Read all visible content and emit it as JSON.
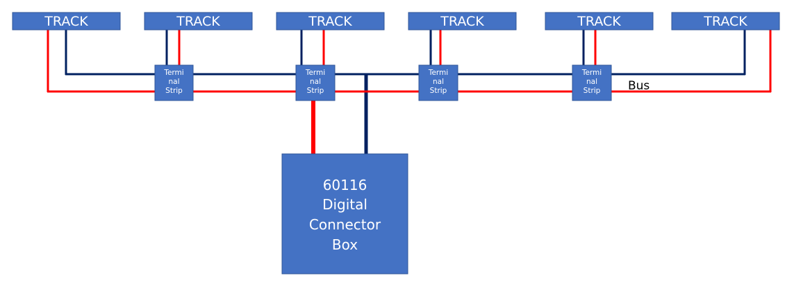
{
  "colors": {
    "box_fill": "#4472c4",
    "box_stroke": "#2f5597",
    "positive_wire": "#ff0000",
    "negative_wire": "#002060"
  },
  "tracks": [
    {
      "label": "TRACK"
    },
    {
      "label": "TRACK"
    },
    {
      "label": "TRACK"
    },
    {
      "label": "TRACK"
    },
    {
      "label": "TRACK"
    },
    {
      "label": "TRACK"
    }
  ],
  "terminal_strips": [
    {
      "lines": [
        "Termi",
        "nal",
        "Strip"
      ]
    },
    {
      "lines": [
        "Termi",
        "nal",
        "Strip"
      ]
    },
    {
      "lines": [
        "Termi",
        "nal",
        "Strip"
      ]
    },
    {
      "lines": [
        "Termi",
        "nal",
        "Strip"
      ]
    }
  ],
  "bus_label": "Bus",
  "connector_box": {
    "lines": [
      "60116",
      "Digital",
      "Connector",
      "Box"
    ]
  }
}
